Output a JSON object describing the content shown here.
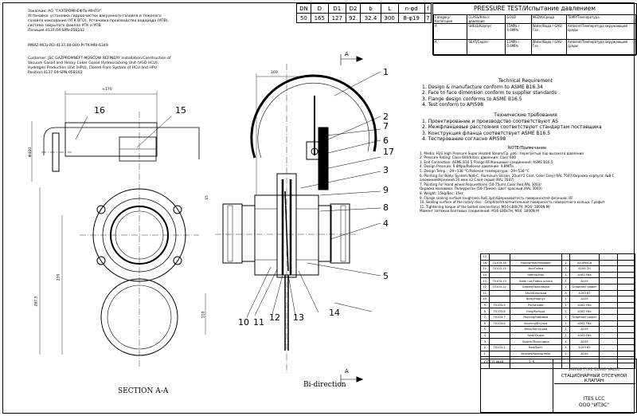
{
  "header_notes": {
    "ru_lines": [
      "Заказчик: АО \"ГАЗПРОМНЕФТЬ-МНПЗ\"",
      "Установка: установка гидроочистки вакуумного газойля и тяжелого",
      "газойля коксования (УГК ВГО), Установка производства водорода (УПВ),",
      "система закрытого факела УГК и УПВ",
      "Позиция 4137.04-SPN-05B102"
    ],
    "doc_number": "MNPZ-MCU-RD-4137.00-000-PI-TK-MRI-6349",
    "en_lines": [
      "Customer: JSC GAZPROMNEFT-MOSCOW REFINERY Installation:Construction of",
      "Vacuum Gasoil and Heavy Coker Gasoil Hydrocracking Unit (VGO HCU),",
      "Hydrogen Production Unit (HPU), Closed Flare System of HCU and HPU",
      "Position:4137.04-SPN-05B102"
    ]
  },
  "dimensions_table": {
    "headers": [
      "DN",
      "D",
      "D1",
      "D2",
      "b",
      "L",
      "n-φd",
      "f"
    ],
    "row": [
      "50",
      "165",
      "127",
      "92.",
      "32.4",
      "300",
      "8-φ19",
      "7"
    ]
  },
  "pressure_test": {
    "title": "PRESSURE TEST/Испытание давлением",
    "headers": [
      "Category/Категория",
      "CLASS/Класс давления",
      "GOLD",
      "MEDIA/Среда",
      "TEMP/Температура"
    ],
    "rows": [
      [
        "A",
        "SHELL/Корпус",
        "15MPa / 4.6MPa",
        "Water/Вода / GAS/Газ",
        "Ambient/Температура окружающей среды"
      ],
      [
        "A",
        "SEAT/Седло",
        "11MPa / 0.6MPa",
        "Water/Вода / GAS/Газ",
        "Ambient/Температура окружающей среды"
      ]
    ]
  },
  "technical_requirement": {
    "title": "Technical Requirement",
    "items_en": [
      "1. Design & manufacture conform to ASME B16.34",
      "2. Face to face dimension conform to supplier standards",
      "3. Flange design conforms to ASME B16.5",
      "4. Test conform to API598"
    ],
    "title_ru": "Технические требования",
    "items_ru": [
      "1. Проектирование и производство соответствуют AS",
      "2. Межфланцевые расстояния соответствуют стандартам поставщика",
      "3. Конструкция фланца соответствует ASME B16.5",
      "4. Тестирование согласно API598"
    ]
  },
  "notes": {
    "title": "NOTE/Примечание",
    "items": [
      "1. Media: H2S High Pressure Super Heated Steam/Cр. раб.: перегретый пар высокого давления",
      "2. Pressure Rating: Class 600/Класс давления: Class 600",
      "3. End Connection: ASME B16.5 Flange RF/Концевые соединения: ASME B16.5",
      "4. Design Pressure: 9.8Mpa/Рабочее давление: 9.8МПа",
      "5. Design Temp.: -29~538 °C/Рабочая температура: -29~538 °C",
      "6. Painting For Body: System No8-C, Aluminum Silicon, 20um*2 Coat, Color Grey) RAL 7047/Окраска корпуса: №8-С",
      "   алюминий/Кремний 20 мкм х2 Слоя серый (RAL 7047)",
      "7. Painting For Hand wheel:Polyurethane (50-75um),Color Red RAL 3003/",
      "   Окраска маховика: Полиуретан (50-75мкм), Цвет красный (RAL 3003)",
      "8. Weight: 15kg/Вес: 15кг",
      "9. Flange sealing surface roughness Ra6.3μm/Шероховатость поверхностей фланцев: RF",
      "10. Sealing surface of the rotary disc : Graphite/Уплотнительная поверхность поворотного кольца: Графит",
      "11. Tightening torque of the bolted connections: M16-LB0k7H, M16: 1800N.M/",
      "    Момент затяжки болтовых соединений: M16-LB0k7H, M16: 1800N.M"
    ]
  },
  "bom": {
    "rows": [
      [
        "17",
        "",
        "",
        "",
        "",
        "",
        ""
      ],
      [
        "16",
        "T0103-16",
        "Handwheel/Маховик",
        "1",
        "A216WCB",
        "",
        ""
      ],
      [
        "15",
        "T0103-15",
        "Nut/Гайка",
        "1",
        "A194 2H",
        "",
        ""
      ],
      [
        "14",
        "",
        "Stem/Шток",
        "1",
        "A182 F6a",
        "",
        ""
      ],
      [
        "13",
        "T0103-13",
        "Stem nut/Гайка штока",
        "1",
        "A105",
        "",
        ""
      ],
      [
        "12",
        "T0103-12",
        "Gasket/Прокладка",
        "1",
        "Graphite/Графит",
        "",
        ""
      ],
      [
        "11",
        "",
        "Stud/Шпилька",
        "8",
        "A193 B7",
        "",
        ""
      ],
      [
        "10",
        "",
        "Body/Корпус",
        "1",
        "A105",
        "",
        ""
      ],
      [
        "9",
        "T0103-9",
        "Pin/Штифт",
        "1",
        "A182 F6a",
        "",
        ""
      ],
      [
        "8",
        "T0103-8",
        "Ring/Кольцо",
        "1",
        "A182 F6a",
        "",
        ""
      ],
      [
        "7",
        "T0103-7",
        "Packing/Набивка",
        "1",
        "Graphite/Графит",
        "",
        ""
      ],
      [
        "6",
        "T0103-6",
        "Bushing/Втулка",
        "1",
        "A182 F6a",
        "",
        ""
      ],
      [
        "5",
        "",
        "Blind/Заглушка",
        "1",
        "A105",
        "",
        ""
      ],
      [
        "4",
        "",
        "Seat/Седло",
        "1",
        "A182 F6a",
        "",
        ""
      ],
      [
        "3",
        "",
        "Spacer/Проставка",
        "1",
        "A105",
        "",
        ""
      ],
      [
        "2",
        "T0103-2",
        "Bolt/Болт",
        "4",
        "A193 B7",
        "",
        ""
      ],
      [
        "1",
        "",
        "Bracket/Кронштейн",
        "1",
        "A105",
        "",
        ""
      ],
      [
        "",
        "",
        "",
        "",
        "",
        "",
        ""
      ],
      [
        "",
        "",
        "",
        "",
        "",
        "",
        ""
      ]
    ]
  },
  "title_block": {
    "name_en": "SWING TYPE BLIND VALVE",
    "name_ru": "СТАЦИОНАРНЫЙ ОТСЕЧНОЙ КЛАПАН",
    "company_line1": "ITES LCC",
    "company_line2": "ООО \"ИТЭС\"",
    "scale": "1:5",
    "code": "СОГЛ.ИНВ."
  },
  "drawing_labels": {
    "section": "SECTION A-A",
    "bi_direction": "Bi-direction",
    "section_marker": "A",
    "dims": {
      "d170": "≈170",
      "d169": "169",
      "d400": "Φ400",
      "d230": "230",
      "d287": "287.5",
      "d110": "110",
      "d15": "15"
    },
    "balloons": [
      "1",
      "2",
      "3",
      "4",
      "5",
      "6",
      "7",
      "8",
      "9",
      "10",
      "11",
      "12",
      "13",
      "14",
      "15",
      "16",
      "17"
    ]
  },
  "colors": {
    "line": "#000000",
    "background": "#ffffff",
    "hatch": "#000000"
  }
}
